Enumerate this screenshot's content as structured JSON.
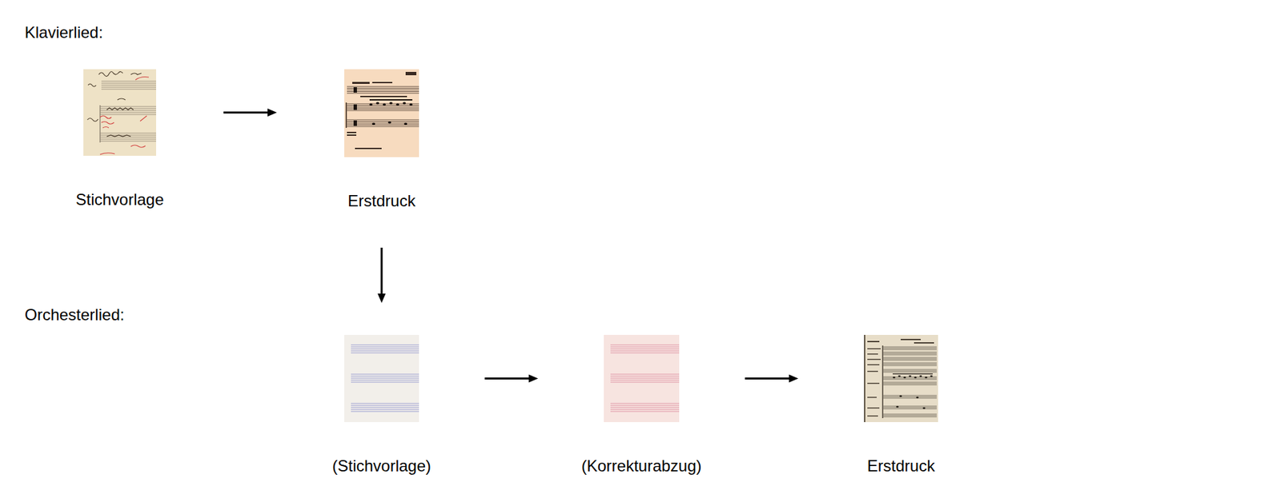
{
  "diagram": {
    "nodes": [
      {
        "text": [
          "Stichvorlage"
        ]
      },
      {
        "text": [
          "Erstdruck"
        ]
      },
      {
        "text": [
          "(Stichvorlage)"
        ]
      },
      {
        "text": [
          "(Korrekturabzug)"
        ]
      },
      {
        "text": [
          "Erstdruck"
        ]
      }
    ],
    "edges": [
      {
        "from": 0,
        "to": 1,
        "arrow": "to"
      },
      {
        "from": 1,
        "to": 2,
        "arrow": "to"
      },
      {
        "from": 2,
        "to": 3,
        "arrow": "to"
      },
      {
        "from": 3,
        "to": 4,
        "arrow": "to"
      }
    ],
    "labels": [
      "Klavierlied:",
      "Orchesterlied:"
    ]
  }
}
